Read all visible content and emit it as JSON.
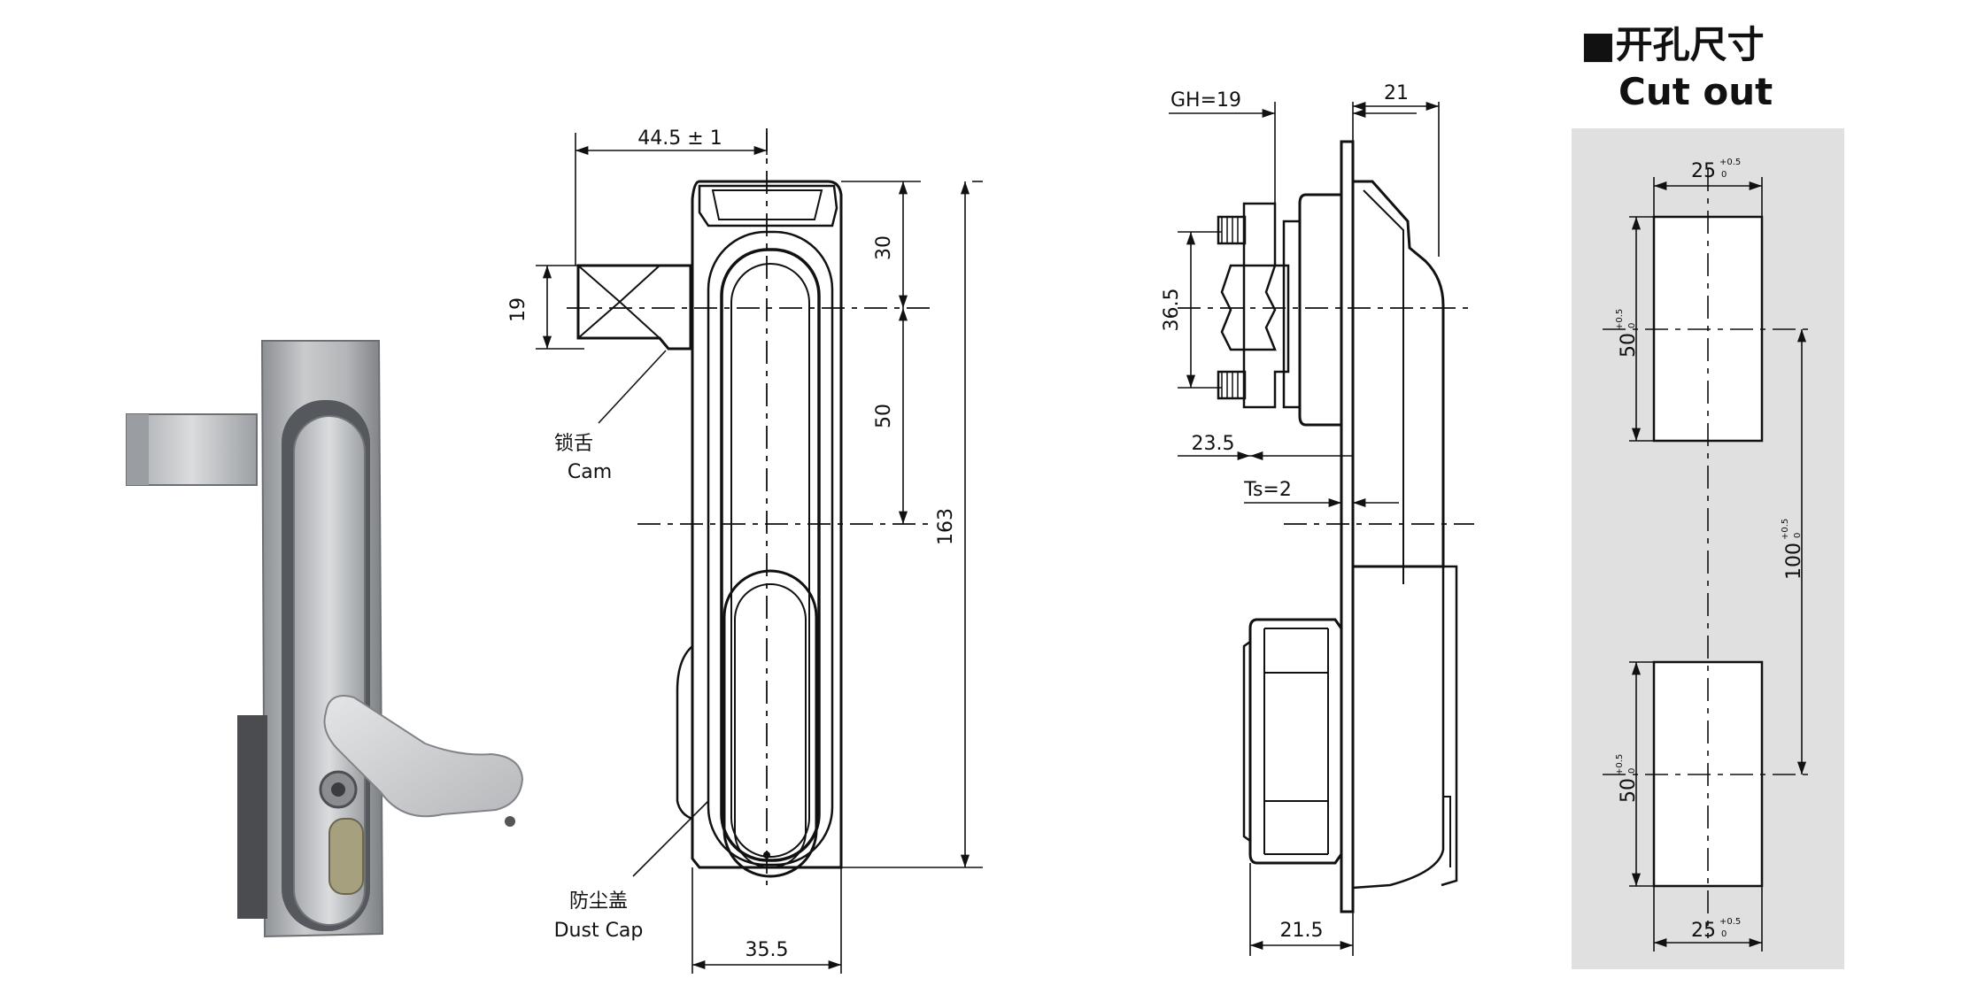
{
  "photo": {
    "name": "product-photo"
  },
  "front_view": {
    "dim_width_offset": "44.5 ± 1",
    "dim_cam_height": "19",
    "dim_top_30": "30",
    "dim_50": "50",
    "dim_total_163": "163",
    "dim_width_35_5": "35.5",
    "label_cam_cn": "锁舌",
    "label_cam_en": "Cam",
    "label_dustcap_cn": "防尘盖",
    "label_dustcap_en": "Dust Cap"
  },
  "side_view": {
    "dim_gh": "GH=19",
    "dim_21": "21",
    "dim_36_5": "36.5",
    "dim_23_5": "23.5",
    "dim_ts": "Ts=2",
    "dim_21_5": "21.5"
  },
  "cutout": {
    "title_cn": "■开孔尺寸",
    "title_en": "Cut out",
    "dim_25_top": "25",
    "dim_25_bottom": "25",
    "dim_50_top": "50",
    "dim_50_bottom": "50",
    "dim_100": "100",
    "tol_upper": "+0.5",
    "tol_lower": "0",
    "panel_color": "#e0e0e0"
  }
}
